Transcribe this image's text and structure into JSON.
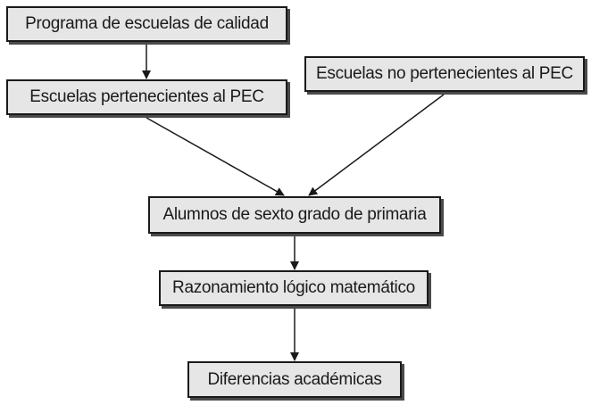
{
  "diagram": {
    "nodes": {
      "pec_program": "Programa de escuelas de calidad",
      "pec_schools": "Escuelas pertenecientes al PEC",
      "non_pec_schools": "Escuelas no pertenecientes al PEC",
      "sixth_grade_students": "Alumnos de sexto grado de primaria",
      "logical_math_reasoning": "Razonamiento lógico matemático",
      "academic_differences": "Diferencias académicas"
    },
    "edges": [
      {
        "from": "pec_program",
        "to": "pec_schools"
      },
      {
        "from": "pec_schools",
        "to": "sixth_grade_students"
      },
      {
        "from": "non_pec_schools",
        "to": "sixth_grade_students"
      },
      {
        "from": "sixth_grade_students",
        "to": "logical_math_reasoning"
      },
      {
        "from": "logical_math_reasoning",
        "to": "academic_differences"
      }
    ]
  }
}
